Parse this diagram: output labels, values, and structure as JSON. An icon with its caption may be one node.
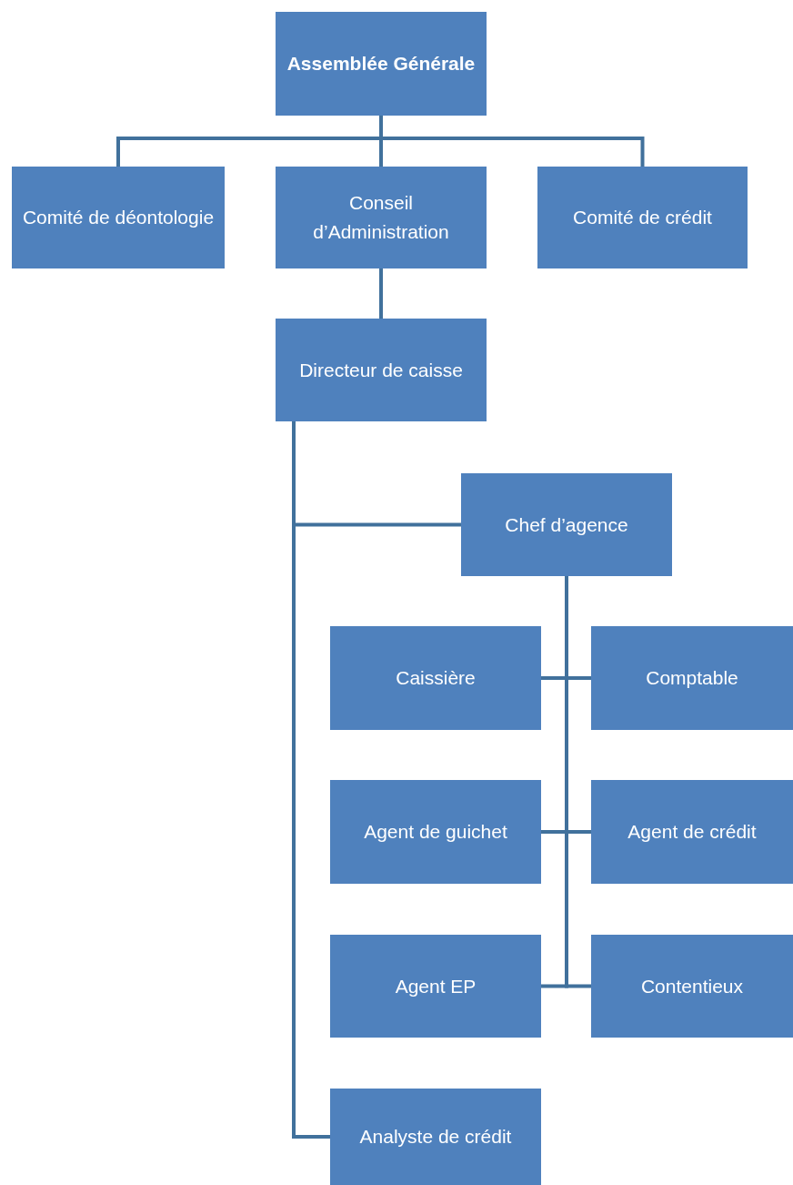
{
  "diagram": {
    "nodes": [
      {
        "text": [
          "Assemblée Générale"
        ]
      },
      {
        "text": [
          "Comité de déontologie"
        ]
      },
      {
        "text": [
          "Conseil d’Administration"
        ]
      },
      {
        "text": [
          "Comité de crédit"
        ]
      },
      {
        "text": [
          "Directeur de caisse"
        ]
      },
      {
        "text": [
          "Chef d’agence"
        ]
      },
      {
        "text": [
          "Caissière"
        ]
      },
      {
        "text": [
          "Comptable"
        ]
      },
      {
        "text": [
          "Agent de guichet"
        ]
      },
      {
        "text": [
          "Agent de crédit"
        ]
      },
      {
        "text": [
          "Agent EP"
        ]
      },
      {
        "text": [
          "Contentieux"
        ]
      },
      {
        "text": [
          "Analyste de crédit"
        ]
      }
    ],
    "edges": [
      {
        "from": 0,
        "to": 1,
        "arrow": "none"
      },
      {
        "from": 0,
        "to": 2,
        "arrow": "none"
      },
      {
        "from": 0,
        "to": 3,
        "arrow": "none"
      },
      {
        "from": 2,
        "to": 4,
        "arrow": "none"
      },
      {
        "from": 4,
        "to": 5,
        "arrow": "none"
      },
      {
        "from": 5,
        "to": 6,
        "arrow": "none"
      },
      {
        "from": 5,
        "to": 7,
        "arrow": "none"
      },
      {
        "from": 5,
        "to": 8,
        "arrow": "none"
      },
      {
        "from": 5,
        "to": 9,
        "arrow": "none"
      },
      {
        "from": 5,
        "to": 10,
        "arrow": "none"
      },
      {
        "from": 5,
        "to": 11,
        "arrow": "none"
      },
      {
        "from": 4,
        "to": 12,
        "arrow": "none"
      }
    ]
  }
}
